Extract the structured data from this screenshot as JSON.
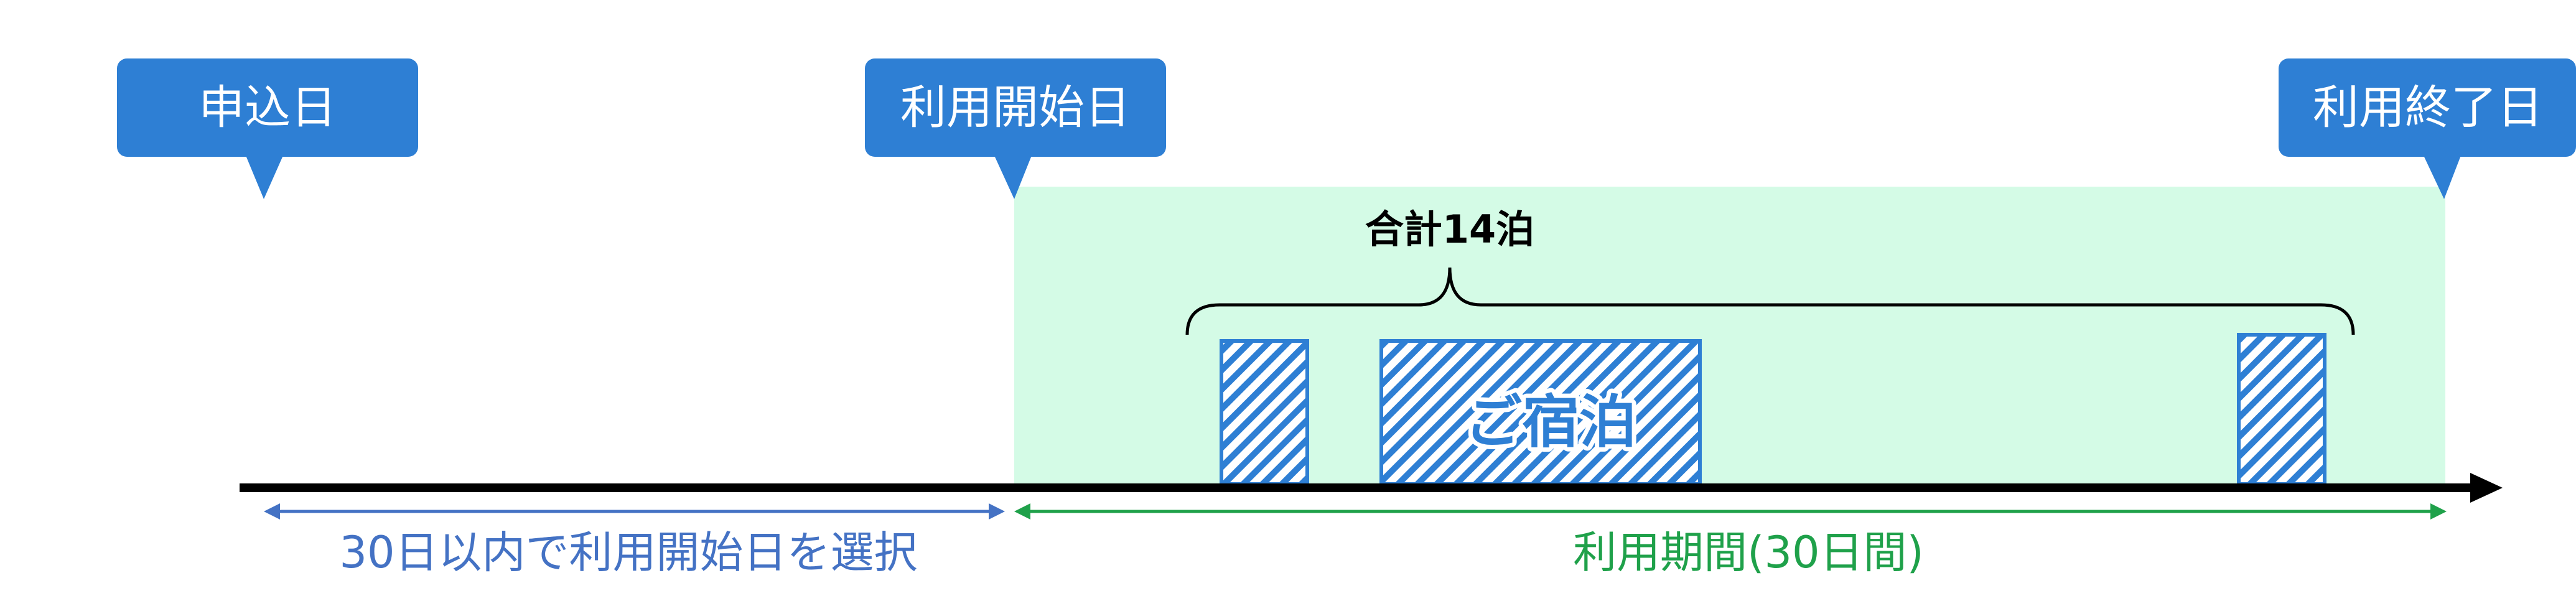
{
  "colors": {
    "callout": "#2e7fd4",
    "period_fill": "#d4fbe6",
    "stay_blue": "#2e7fd4",
    "range_blue": "#4472c4",
    "range_green": "#1fa14a",
    "axis": "#000000"
  },
  "callouts": {
    "application_date": "申込日",
    "start_date": "利用開始日",
    "end_date": "利用終了日"
  },
  "brace_label": "合計14泊",
  "stay_label": "ご宿泊",
  "ranges": {
    "selection": "30日以内で利用開始日を選択",
    "usage_period": "利用期間(30日間)"
  }
}
